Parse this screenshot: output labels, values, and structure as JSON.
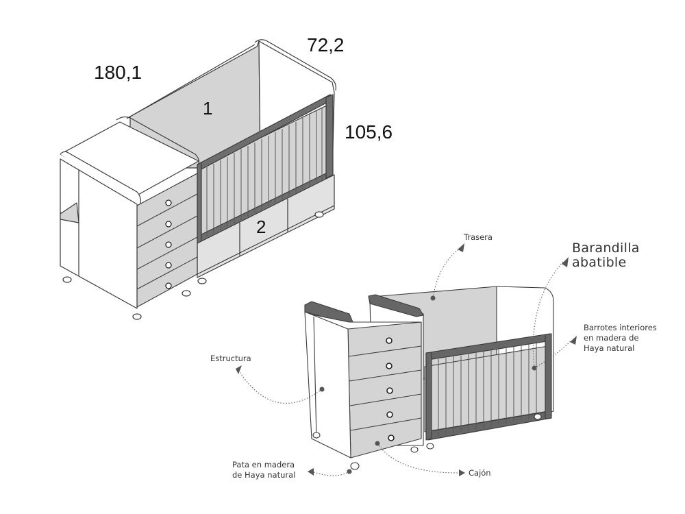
{
  "top_diagram": {
    "dimensions": {
      "length": "180,1",
      "depth": "72,2",
      "height": "105,6"
    },
    "part_numbers": {
      "part_1": "1",
      "part_2": "2"
    }
  },
  "bottom_diagram": {
    "callouts": {
      "trasera": "Trasera",
      "barandilla_line1": "Barandilla",
      "barandilla_line2": "abatible",
      "barrotes_line1": "Barrotes interiores",
      "barrotes_line2": "en madera de",
      "barrotes_line3": "Haya natural",
      "estructura": "Estructura",
      "pata_line1": "Pata en madera",
      "pata_line2": "de Haya natural",
      "cajon": "Cajón"
    }
  },
  "colors": {
    "panel_gray": "#d4d4d4",
    "rail_dark": "#6e6e6e",
    "line": "#3a3a3a",
    "callout_dot": "#555555"
  }
}
